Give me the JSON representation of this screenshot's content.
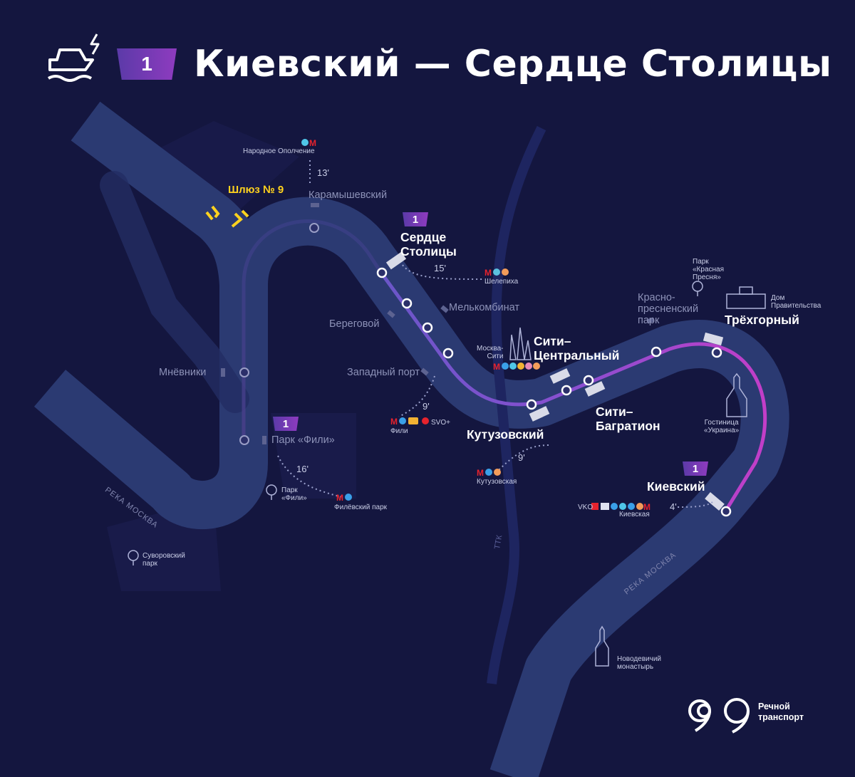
{
  "header": {
    "line_number": "1",
    "title": "Киевский — Сердце Столицы",
    "boat_icon": "river-boat-electric-icon"
  },
  "colors": {
    "background": "#14163f",
    "river": "#2b3a72",
    "route_start": "#6a56c8",
    "route_end": "#c23ec8",
    "lock": "#ffd21e",
    "metro_red": "#e6232d"
  },
  "lock": {
    "label": "Шлюз № 9"
  },
  "stations": {
    "karamyshevsky": "Карамышевский",
    "mnevniki": "Мнёвники",
    "park_fili": "Парк «Фили»",
    "beregovoy": "Береговой",
    "melkombinat": "Мелькомбинат",
    "zapadny_port": "Западный порт",
    "krasnopresnensky": [
      "Красно-",
      "пресненский",
      "парк"
    ],
    "serdtse_stolitsy": [
      "Сердце",
      "Столицы"
    ],
    "siti_tsentralny": [
      "Сити–",
      "Центральный"
    ],
    "siti_bagration": [
      "Сити–",
      "Багратион"
    ],
    "kutuzovsky": "Кутузовский",
    "trekhgorny": "Трёхгорный",
    "kievsky": "Киевский"
  },
  "badges": {
    "serdtse": "1",
    "fili": "1",
    "kievsky": "1"
  },
  "transfers": {
    "narodnoe": {
      "name": "Народное Ополчение",
      "walk": "13'"
    },
    "shelepikha": {
      "name": "Шелепиха",
      "walk": "15'"
    },
    "fili": {
      "name": "Фили",
      "walk": "9'",
      "extra": "SVO+"
    },
    "filevsky": {
      "name": "Филёвский парк",
      "walk": "16'"
    },
    "moskva_siti": [
      "Москва-",
      "Сити"
    ],
    "kutuzovskaya": {
      "name": "Кутузовская",
      "walk": "9'"
    },
    "kievskaya": {
      "name": "Киевская",
      "walk": "4'",
      "extra": "VKO"
    }
  },
  "landmarks": {
    "park_krasnaya_presnya": [
      "Парк",
      "«Красная",
      "Пресня»"
    ],
    "dom_pravitelstva": [
      "Дом",
      "Правительства"
    ],
    "gostinitsa_ukraina": [
      "Гостиница",
      "«Украина»"
    ],
    "park_fili": [
      "Парк",
      "«Фили»"
    ],
    "suvorovsky_park": [
      "Суворовский",
      "парк"
    ],
    "novodevichy": [
      "Новодевичий",
      "монастырь"
    ]
  },
  "river_labels": {
    "left": "РЕКА МОСКВА",
    "right": "РЕКА МОСКВА",
    "ttk": "ТТК"
  },
  "branding": {
    "line1": "Речной",
    "line2": "транспорт"
  }
}
